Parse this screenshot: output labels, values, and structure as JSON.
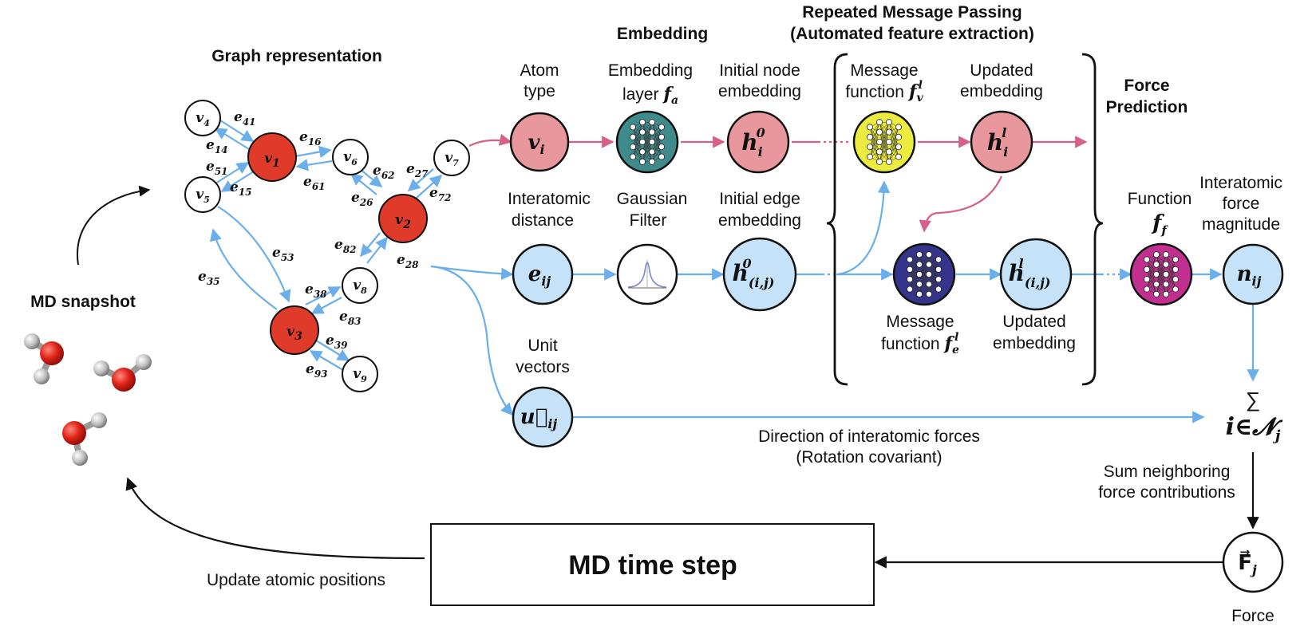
{
  "headers": {
    "graph": "Graph representation",
    "embedding": "Embedding",
    "message_passing_1": "Repeated Message Passing",
    "message_passing_2": "(Automated feature extraction)",
    "force_prediction_1": "Force",
    "force_prediction_2": "Prediction"
  },
  "md_snapshot": "MD snapshot",
  "graph_nodes": {
    "v1": "v",
    "v1_sub": "1",
    "v2": "v",
    "v2_sub": "2",
    "v3": "v",
    "v3_sub": "3",
    "v4": "v",
    "v4_sub": "4",
    "v5": "v",
    "v5_sub": "5",
    "v6": "v",
    "v6_sub": "6",
    "v7": "v",
    "v7_sub": "7",
    "v8": "v",
    "v8_sub": "8",
    "v9": "v",
    "v9_sub": "9"
  },
  "graph_edges": {
    "e41": "41",
    "e14": "14",
    "e51": "51",
    "e15": "15",
    "e16": "16",
    "e61": "61",
    "e62": "62",
    "e26": "26",
    "e27": "27",
    "e72": "72",
    "e82": "82",
    "e28": "28",
    "e53": "53",
    "e35": "35",
    "e38": "38",
    "e83": "83",
    "e39": "39",
    "e93": "93"
  },
  "labels": {
    "atom_type_1": "Atom",
    "atom_type_2": "type",
    "embedding_layer_1": "Embedding",
    "embedding_layer_2": "layer",
    "initial_node_1": "Initial node",
    "initial_node_2": "embedding",
    "message_v_1": "Message",
    "message_v_2": "function",
    "updated_top_1": "Updated",
    "updated_top_2": "embedding",
    "interatomic_dist_1": "Interatomic",
    "interatomic_dist_2": "distance",
    "gaussian_1": "Gaussian",
    "gaussian_2": "Filter",
    "initial_edge_1": "Initial edge",
    "initial_edge_2": "embedding",
    "function_f": "Function",
    "force_mag_1": "Interatomic",
    "force_mag_2": "force",
    "force_mag_3": "magnitude",
    "message_e_1": "Message",
    "message_e_2": "function",
    "updated_bottom_1": "Updated",
    "updated_bottom_2": "embedding",
    "unit_vectors_1": "Unit",
    "unit_vectors_2": "vectors",
    "direction_1": "Direction of interatomic forces",
    "direction_2": "(Rotation covariant)",
    "sum_1": "Sum neighboring",
    "sum_2": "force contributions",
    "md_time_step": "MD time step",
    "update_positions": "Update atomic positions",
    "force": "Force"
  },
  "symbols": {
    "vi": "v",
    "vi_sub": "i",
    "fa": "f",
    "fa_sub": "a",
    "h0i": "h",
    "h0i_sup": "0",
    "h0i_sub": "i",
    "fv": "f",
    "fv_sup": "l",
    "fv_sub": "v",
    "hli": "h",
    "hli_sup": "l",
    "hli_sub": "i",
    "eij": "e",
    "eij_sub": "ij",
    "h0ij": "h",
    "h0ij_sup": "0",
    "h0ij_sub": "(i,j)",
    "hlij": "h",
    "hlij_sup": "l",
    "hlij_sub": "(i,j)",
    "ff": "f",
    "ff_sub": "f",
    "nij": "n",
    "nij_sub": "ij",
    "fe": "f",
    "fe_sup": "l",
    "fe_sub": "e",
    "uij": "u⃗",
    "uij_sub": "ij",
    "sum_sym": "∑",
    "sum_under": "i∈𝓝",
    "sum_under_sub": "j",
    "Fj": "F⃗",
    "Fj_sub": "j"
  },
  "colors": {
    "pink": "#e8979c",
    "pink_arrow": "#d6608a",
    "blue": "#c6e2f8",
    "blue_arrow": "#6aaeea",
    "red_node": "#e03a2a",
    "teal_nn": "#3f8a8b",
    "yellow_nn": "#ecec40",
    "navy_nn": "#35338a",
    "magenta_nn": "#c2308f"
  }
}
